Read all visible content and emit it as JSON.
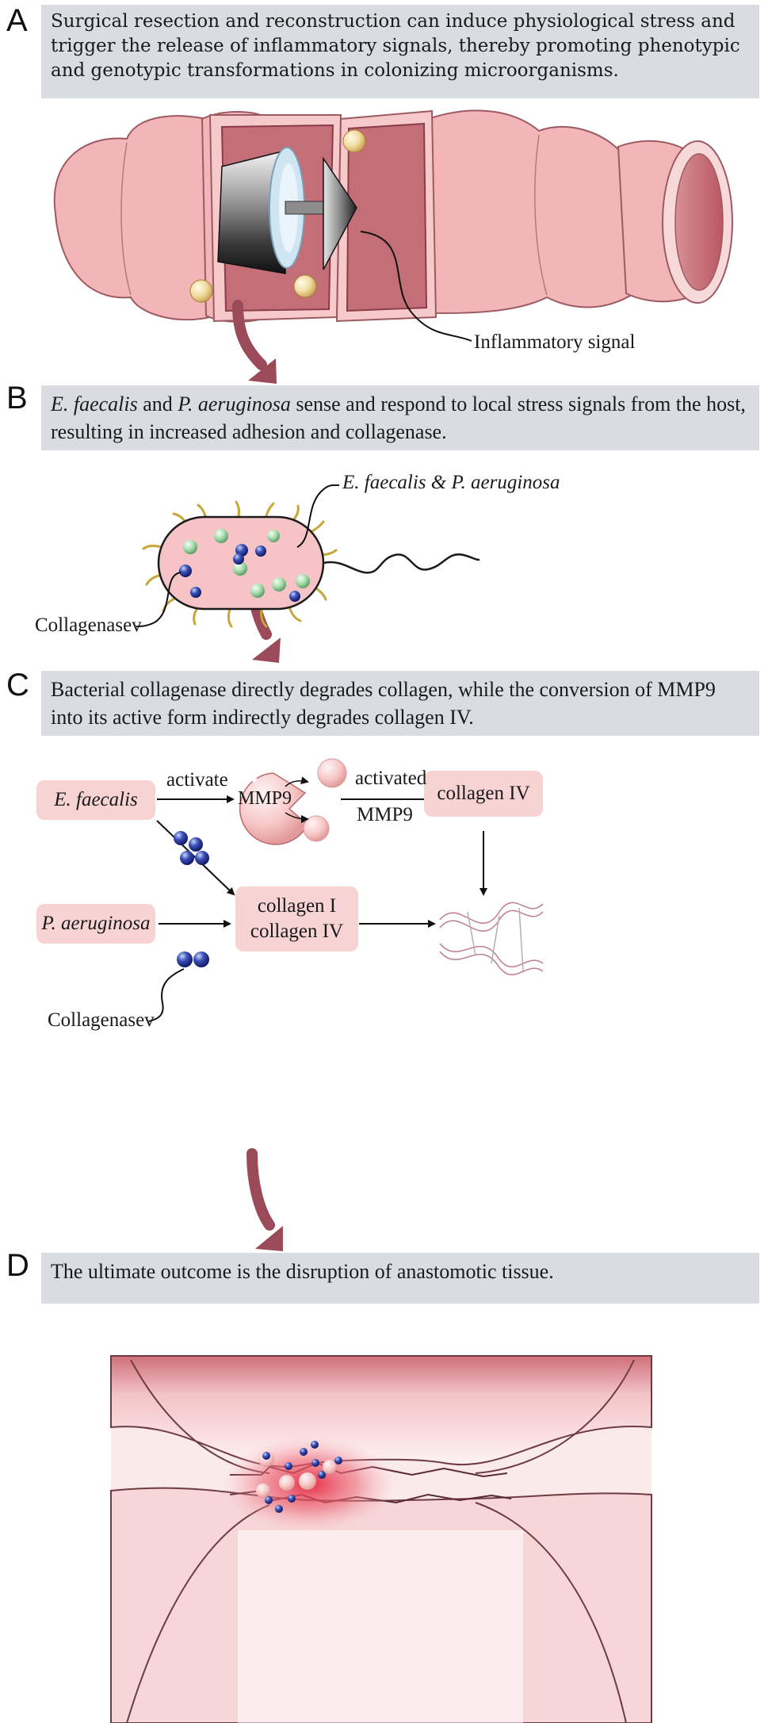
{
  "panels": {
    "a": {
      "letter": "A",
      "caption": "Surgical resection and reconstruction can induce physiological stress and trigger the release of inflammatory signals, thereby promoting phenotypic and genotypic transformations in colonizing microorganisms.",
      "label_inflammatory": "Inflammatory signal"
    },
    "b": {
      "letter": "B",
      "caption_italic_1": "E. faecalis",
      "caption_mid_1": " and ",
      "caption_italic_2": "P. aeruginosa",
      "caption_rest": " sense and respond to local stress signals from the host, resulting in increased adhesion and collagenase.",
      "label_bacteria": "E. faecalis & P. aeruginosa",
      "label_collagenase": "Collagenasev"
    },
    "c": {
      "letter": "C",
      "caption": "Bacterial collagenase directly degrades collagen, while the conversion of MMP9 into its active form indirectly degrades collagen IV.",
      "box_faecalis": "E. faecalis",
      "box_aeruginosa": "P. aeruginosa",
      "box_collagen_iv": "collagen IV",
      "box_collagen_1": "collagen I",
      "box_collagen_2": "collagen IV",
      "label_activate": "activate",
      "label_mmp9": "MMP9",
      "label_activated": "activated",
      "label_activated_mmp9": "MMP9",
      "label_collagenase": "Collagenasev"
    },
    "d": {
      "letter": "D",
      "caption": "The ultimate outcome is the disruption of anastomotic tissue."
    }
  },
  "colors": {
    "caption_bg": "#d9dde2",
    "tissue_pink": "#f2b7b9",
    "box_pink": "#f7d3d3",
    "arrow": "#9b4a5a"
  }
}
